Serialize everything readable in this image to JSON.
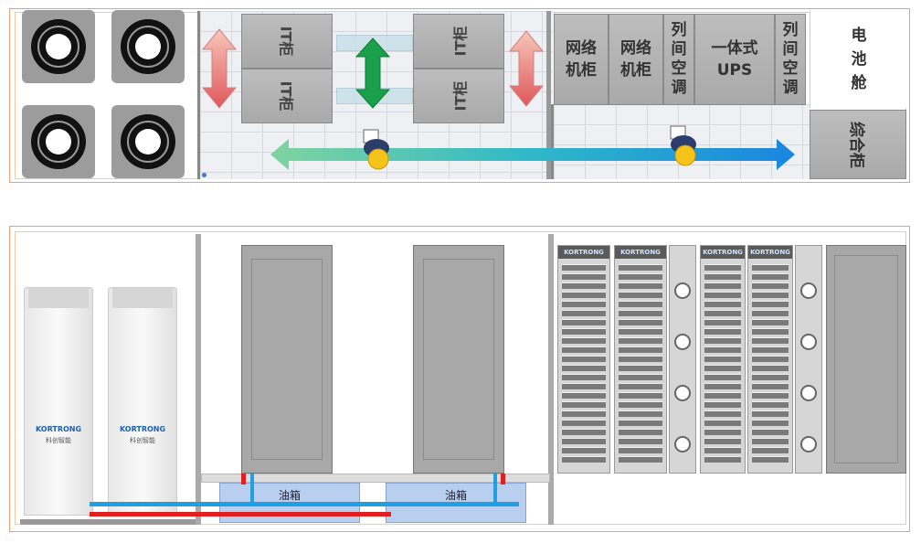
{
  "top_plan": {
    "it_cabinets": [
      "IT柜",
      "IT柜",
      "IT柜",
      "IT柜"
    ],
    "network_cabinets": [
      "网络\n机柜",
      "网络\n机柜"
    ],
    "row_ac": [
      "列\n间\n空\n调",
      "列\n间\n空\n调"
    ],
    "ups": "一体式\nUPS",
    "battery_room": "电\n池\n舱",
    "integrated_cabinet": "综合柜"
  },
  "bottom_elevation": {
    "oil_tanks": [
      "油箱",
      "油箱"
    ],
    "cooling_units_brand": [
      "KORTRONG",
      "KORTRONG"
    ],
    "cooling_units_subtext": [
      "科创智能",
      "科创智能"
    ],
    "rack_brands": [
      "KORTRONG",
      "KORTRONG",
      "KORTRONG",
      "KORTRONG"
    ]
  },
  "colors": {
    "frame": "#f0a070",
    "arrow_green": "#1aa04a",
    "arrow_red": "#e06b6b",
    "arrow_blue": "#1a9ae0",
    "pipe_red": "#e02020",
    "pipe_blue": "#20a0e0"
  }
}
